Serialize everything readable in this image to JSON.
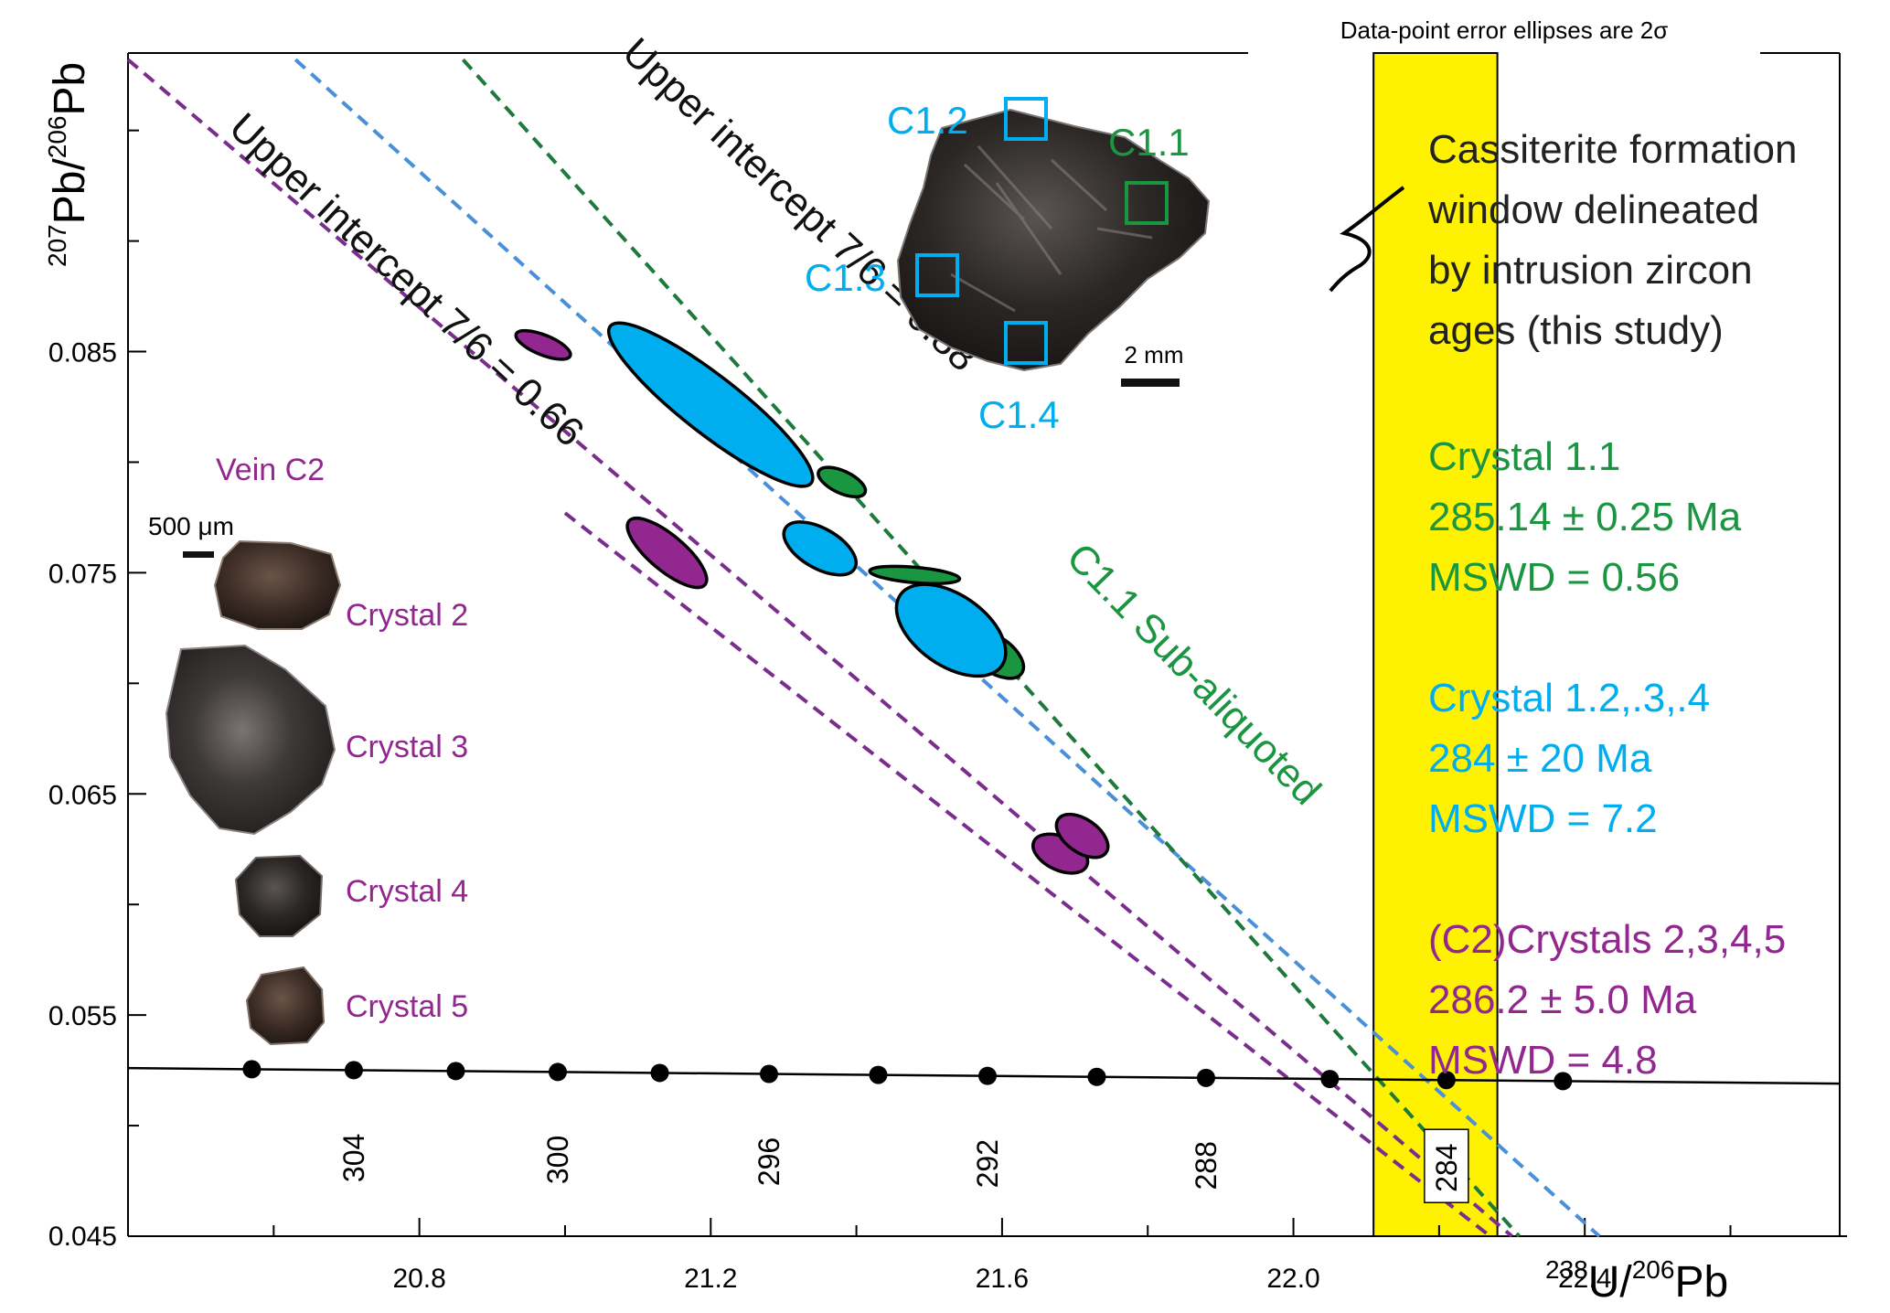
{
  "chart_data": {
    "type": "scatter",
    "title": "",
    "note": "Data-point error ellipses are 2σ",
    "xlabel": {
      "sup": "238",
      "main": "U/",
      "sup2": "206",
      "main2": "Pb"
    },
    "ylabel": {
      "sup": "207",
      "main": "Pb/",
      "sup2": "206",
      "main2": "Pb"
    },
    "xlim": [
      20.4,
      22.75
    ],
    "ylim": [
      0.045,
      0.0985
    ],
    "x_ticks": [
      20.8,
      21.2,
      21.6,
      22.0,
      22.4
    ],
    "x_tick_labels": [
      "20.8",
      "21.2",
      "21.6",
      "22.0",
      "22.4"
    ],
    "y_ticks": [
      0.055,
      0.065,
      0.075,
      0.085
    ],
    "y_tick_labels": [
      "0.055",
      "0.065",
      "0.075",
      "0.085"
    ],
    "y_min_label": "0.045",
    "y_minor_ticks": [
      0.05,
      0.06,
      0.07,
      0.08,
      0.09,
      0.095
    ],
    "x_minor_ticks": [
      20.6,
      21.0,
      21.4,
      21.8,
      22.2,
      22.6
    ],
    "formation_window": {
      "x_range": [
        22.11,
        22.28
      ],
      "color": "#FFF200"
    },
    "concordia": {
      "start": [
        20.4,
        0.0526
      ],
      "end": [
        22.75,
        0.0519
      ],
      "points_x": [
        20.57,
        20.71,
        20.85,
        20.99,
        21.13,
        21.28,
        21.43,
        21.58,
        21.73,
        21.88,
        22.05,
        22.21,
        22.37
      ],
      "age_labels": [
        {
          "x": 20.71,
          "text": "304"
        },
        {
          "x": 20.99,
          "text": "300"
        },
        {
          "x": 21.28,
          "text": "296"
        },
        {
          "x": 21.58,
          "text": "292"
        },
        {
          "x": 21.88,
          "text": "288"
        },
        {
          "x": 22.21,
          "text": "284",
          "boxed": true
        }
      ]
    },
    "regression_lines": [
      {
        "name": "purple-a",
        "color": "#7B2D8E",
        "x1": 20.4,
        "y1": 0.0982,
        "x2": 22.3,
        "y2": 0.045
      },
      {
        "name": "purple-b",
        "color": "#7B2D8E",
        "x1": 21.0,
        "y1": 0.0777,
        "x2": 22.27,
        "y2": 0.045
      },
      {
        "name": "blue",
        "color": "#4A90D9",
        "x1": 20.63,
        "y1": 0.0982,
        "x2": 22.42,
        "y2": 0.045
      },
      {
        "name": "green",
        "color": "#1E7A3C",
        "x1": 20.86,
        "y1": 0.0982,
        "x2": 22.31,
        "y2": 0.045
      }
    ],
    "series": [
      {
        "name": "Crystal 1.1",
        "color": "#1A9641",
        "points": [
          {
            "x": 21.38,
            "y": 0.0791,
            "rx": 0.035,
            "ry": 0.0005,
            "angle": -25
          },
          {
            "x": 21.48,
            "y": 0.0749,
            "rx": 0.062,
            "ry": 0.00035,
            "angle": -5
          },
          {
            "x": 21.59,
            "y": 0.0713,
            "rx": 0.045,
            "ry": 0.0008,
            "angle": -35
          }
        ]
      },
      {
        "name": "Crystal 1.2,.3,.4",
        "color": "#00AEEF",
        "points": [
          {
            "x": 21.2,
            "y": 0.0826,
            "rx": 0.175,
            "ry": 0.0013,
            "angle": -38
          },
          {
            "x": 21.35,
            "y": 0.0761,
            "rx": 0.055,
            "ry": 0.0009,
            "angle": -30
          },
          {
            "x": 21.53,
            "y": 0.0724,
            "rx": 0.085,
            "ry": 0.0016,
            "angle": -35
          }
        ]
      },
      {
        "name": "(C2)Crystals 2,3,4,5",
        "color": "#92278F",
        "points": [
          {
            "x": 20.97,
            "y": 0.0853,
            "rx": 0.04,
            "ry": 0.00045,
            "angle": -22
          },
          {
            "x": 21.14,
            "y": 0.0759,
            "rx": 0.068,
            "ry": 0.0008,
            "angle": -40
          },
          {
            "x": 21.68,
            "y": 0.0623,
            "rx": 0.04,
            "ry": 0.00075,
            "angle": -25
          },
          {
            "x": 21.71,
            "y": 0.0631,
            "rx": 0.04,
            "ry": 0.00075,
            "angle": -35
          }
        ]
      }
    ],
    "line_annotations": [
      {
        "text": "Upper intercept 7/6 = 0.66",
        "color": "#111111",
        "x": 20.77,
        "y": 0.0878,
        "angle": 43
      },
      {
        "text": "Upper intercept 7/6 = 0.88",
        "color": "#111111",
        "x": 21.31,
        "y": 0.0912,
        "angle": 43
      },
      {
        "text": "C1.1 Sub-aliquoted",
        "color": "#1A9641",
        "x": 21.85,
        "y": 0.07,
        "angle": 46
      }
    ],
    "legend_block": {
      "window_text": [
        "Cassiterite formation",
        "window delineated",
        "by intrusion zircon",
        "ages (this study)"
      ],
      "entries": [
        {
          "color": "#1A9641",
          "lines": [
            "Crystal 1.1",
            "285.14 ± 0.25 Ma",
            "MSWD = 0.56"
          ]
        },
        {
          "color": "#00AEEF",
          "lines": [
            "Crystal 1.2,.3,.4",
            "284 ± 20 Ma",
            "MSWD = 7.2"
          ]
        },
        {
          "color": "#92278F",
          "lines": [
            "(C2)Crystals 2,3,4,5",
            "286.2 ± 5.0 Ma",
            "MSWD = 4.8"
          ]
        }
      ]
    },
    "inset_c1": {
      "labels": [
        {
          "text": "C1.2",
          "color": "#00AEEF"
        },
        {
          "text": "C1.1",
          "color": "#1A9641"
        },
        {
          "text": "C1.3",
          "color": "#00AEEF"
        },
        {
          "text": "C1.4",
          "color": "#00AEEF"
        }
      ],
      "scale_label": "2 mm"
    },
    "inset_c2": {
      "title": "Vein C2",
      "scale_label": "500 μm",
      "crystals": [
        "Crystal 2",
        "Crystal 3",
        "Crystal 4",
        "Crystal 5"
      ],
      "color": "#92278F"
    }
  }
}
